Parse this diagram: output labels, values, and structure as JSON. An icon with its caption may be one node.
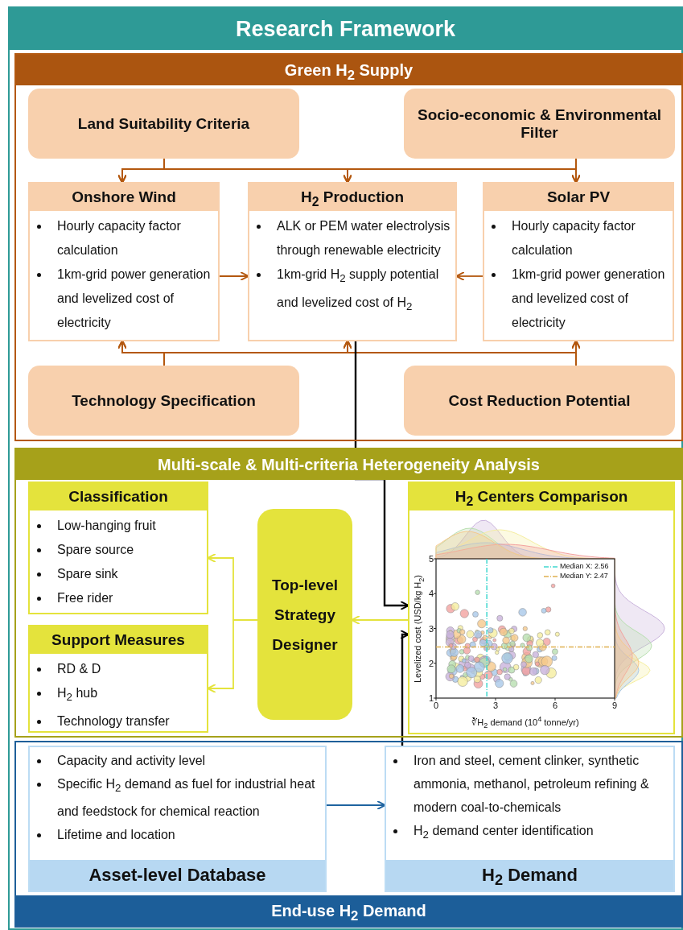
{
  "diagram": {
    "nodes": [
      {
        "text": [
          "Research Framework"
        ]
      },
      {
        "text": [
          "Green H$_{2}$ Supply"
        ],
        "in": 0
      },
      {
        "text": [
          "Land Suitability Criteria"
        ],
        "in": 1
      },
      {
        "text": [
          "Socio-economic & Environmental Filter"
        ],
        "in": 1
      },
      {
        "text": [
          "Onshore Wind",
          "Hourly capacity factor calculation",
          "1km-grid power generation and levelized cost of electricity"
        ],
        "in": 1
      },
      {
        "text": [
          "H$_{2}$ Production",
          "ALK or PEM water electrolysis through renewable electricity",
          "1km-grid H$_{2}$ supply potential and levelized cost of H$_{2}$"
        ],
        "in": 1
      },
      {
        "text": [
          "Solar PV",
          "Hourly capacity factor calculation",
          "1km-grid power generation and levelized cost of electricity"
        ],
        "in": 1
      },
      {
        "text": [
          "Technology Specification"
        ],
        "in": 1
      },
      {
        "text": [
          "Cost Reduction Potential"
        ],
        "in": 1
      },
      {
        "text": [
          "Multi-scale & Multi-criteria Heterogeneity Analysis"
        ],
        "in": 0
      },
      {
        "text": [
          "Classification",
          "Low-hanging fruit",
          "Spare source",
          "Spare sink",
          "Free rider"
        ],
        "in": 9
      },
      {
        "text": [
          "Support Measures",
          "RD & D",
          "H$_{2}$ hub",
          "Technology transfer"
        ],
        "in": 9
      },
      {
        "text": [
          "Top-level Strategy Designer"
        ],
        "in": 9
      },
      {
        "text": [
          "H$_{2}$ Centers Comparison"
        ],
        "in": 9
      },
      {
        "text": [
          "End-use H$_{2}$ Demand"
        ],
        "in": 0
      },
      {
        "text": [
          "Capacity and activity level",
          "Specific H$_{2}$ demand as fuel for industrial heat and feedstock for chemical reaction",
          "Lifetime and location",
          "Asset-level Database"
        ],
        "in": 14
      },
      {
        "text": [
          "Iron and steel, cement clinker, synthetic ammonia, methanol, petroleum refining & modern coal-to-chemicals",
          "H$_{2}$ demand center identification",
          "H$_{2}$ Demand"
        ],
        "in": 14
      }
    ],
    "edges": [
      {
        "from": 2,
        "to": 4,
        "arrow": "to"
      },
      {
        "from": 2,
        "to": 5,
        "arrow": "to"
      },
      {
        "from": 2,
        "to": 6,
        "arrow": "to"
      },
      {
        "from": 3,
        "to": 4,
        "arrow": "to"
      },
      {
        "from": 3,
        "to": 5,
        "arrow": "to"
      },
      {
        "from": 3,
        "to": 6,
        "arrow": "to"
      },
      {
        "from": 4,
        "to": 5,
        "arrow": "to"
      },
      {
        "from": 6,
        "to": 5,
        "arrow": "to"
      },
      {
        "from": 7,
        "to": 4,
        "arrow": "to"
      },
      {
        "from": 7,
        "to": 5,
        "arrow": "to"
      },
      {
        "from": 7,
        "to": 6,
        "arrow": "to"
      },
      {
        "from": 8,
        "to": 4,
        "arrow": "to"
      },
      {
        "from": 8,
        "to": 5,
        "arrow": "to"
      },
      {
        "from": 8,
        "to": 6,
        "arrow": "to"
      },
      {
        "from": 5,
        "to": 13,
        "arrow": "to",
        "color": "#000000"
      },
      {
        "from": 16,
        "to": 13,
        "arrow": "to",
        "color": "#000000"
      },
      {
        "from": 13,
        "to": 12,
        "arrow": "to",
        "color": "#e4e33c"
      },
      {
        "from": 12,
        "to": 10,
        "arrow": "to",
        "color": "#e4e33c"
      },
      {
        "from": 12,
        "to": 11,
        "arrow": "to",
        "color": "#e4e33c"
      },
      {
        "from": 15,
        "to": 16,
        "arrow": "to",
        "color": "#1f64a0"
      }
    ],
    "labels": [
      "Levelized cost (USD/kg H$_{2}$)",
      "5",
      "4",
      "3",
      "2",
      "1",
      "0",
      "3",
      "6",
      "9",
      "∛H$_{2}$ demand (10$^{4}$ tonne/yr)"
    ],
    "legend": [
      {
        "text": "Median X: 2.56"
      },
      {
        "text": "Median Y: 2.47"
      }
    ]
  }
}
